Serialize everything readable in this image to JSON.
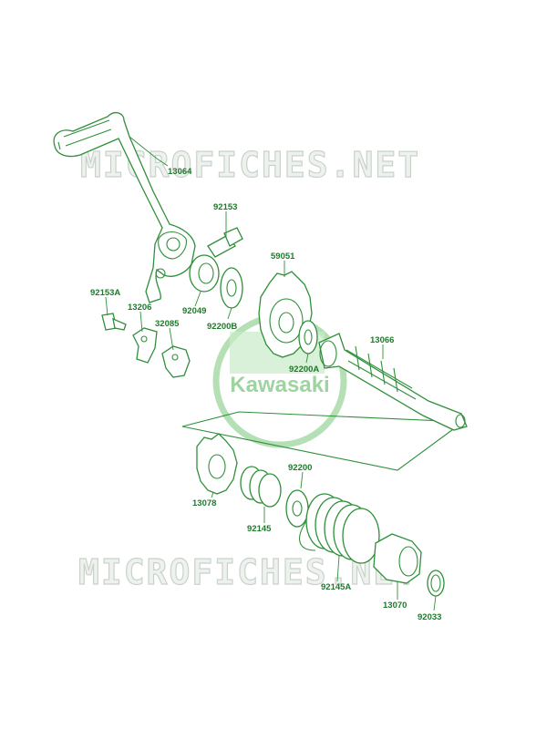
{
  "watermark": {
    "text": "MICROFICHES.NET"
  },
  "brand": {
    "text": "Kawasaki"
  },
  "parts": [
    {
      "id": "13064"
    },
    {
      "id": "92153"
    },
    {
      "id": "59051"
    },
    {
      "id": "92153A"
    },
    {
      "id": "13206"
    },
    {
      "id": "92049"
    },
    {
      "id": "32085"
    },
    {
      "id": "92200B"
    },
    {
      "id": "13066"
    },
    {
      "id": "92200A"
    },
    {
      "id": "92200"
    },
    {
      "id": "13078"
    },
    {
      "id": "92145"
    },
    {
      "id": "92145A"
    },
    {
      "id": "13070"
    },
    {
      "id": "92033"
    }
  ],
  "colors": {
    "line": "#2f8f3a",
    "label": "#1f7a2c",
    "watermark": "#c9d2c9",
    "brand": "#9fd39f"
  }
}
